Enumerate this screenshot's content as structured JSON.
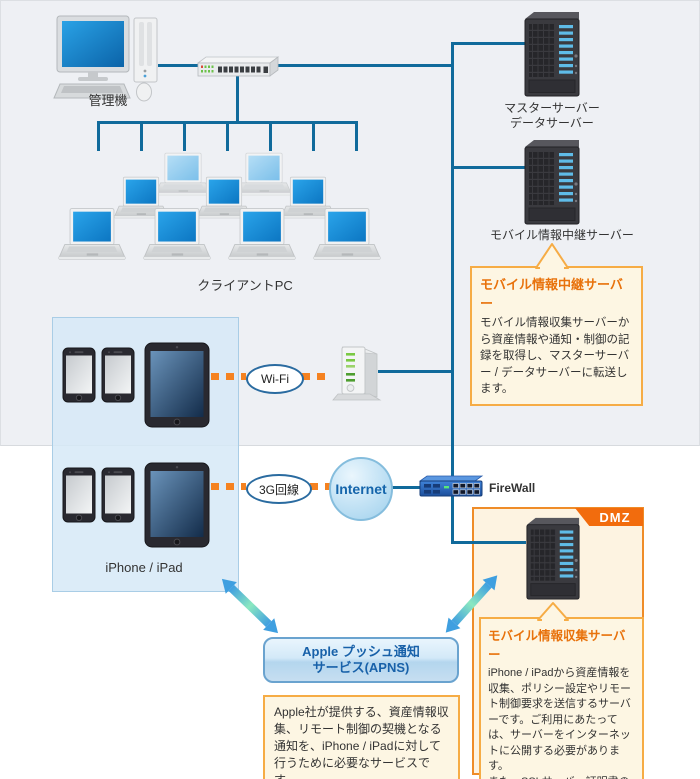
{
  "colors": {
    "network_line": "#106a9b",
    "dash_orange": "#f58220",
    "panel_bg_top": "#eef0f4",
    "device_box_bg": "#dcecf8",
    "device_box_border": "#a9cde6",
    "callout_bg": "#fdf6e3",
    "callout_border": "#f6ac45",
    "callout_title": "#e8720c",
    "dmz_bg": "#fdf3e1",
    "dmz_border": "#ef8c28",
    "dmz_tab_bg": "#f26c0d",
    "apns_box_border": "#6aa3cf",
    "apns_text": "#1861a9",
    "internet_text": "#1565ab",
    "arrow_blue": "#3f9fe0",
    "arrow_cyan": "#8be8c0"
  },
  "nodes": {
    "admin_machine": {
      "label": "管理機"
    },
    "client_pc": {
      "label": "クライアントPC"
    },
    "master_server": {
      "label": "マスターサーバー\nデータサーバー"
    },
    "relay_server": {
      "label": "モバイル情報中継サーバー"
    },
    "mobile_devices": {
      "label": "iPhone / iPad"
    },
    "wifi": {
      "label": "Wi-Fi"
    },
    "line_3g": {
      "label": "3G回線"
    },
    "internet": {
      "label": "Internet"
    },
    "firewall": {
      "label": "FireWall"
    },
    "dmz": {
      "label": "DMZ"
    },
    "apns": {
      "label": "Apple プッシュ通知\nサービス(APNS)"
    }
  },
  "callouts": {
    "relay": {
      "title": "モバイル情報中継サーバー",
      "body": "モバイル情報収集サーバーから資産情報や通知・制御の記録を取得し、マスターサーバー / データサーバーに転送します。"
    },
    "collect": {
      "title": "モバイル情報収集サーバー",
      "body": "iPhone / iPadから資産情報を収集、ポリシー設定やリモート制御要求を送信するサーバーです。ご利用にあたっては、サーバーをインターネットに公開する必要があります。\nまた、SSLサーバー証明書の取得が必要となります。"
    },
    "apns_note": {
      "body": "Apple社が提供する、資産情報収集、リモート制御の契機となる通知を、iPhone / iPadに対して行うために必要なサービスです。"
    }
  }
}
